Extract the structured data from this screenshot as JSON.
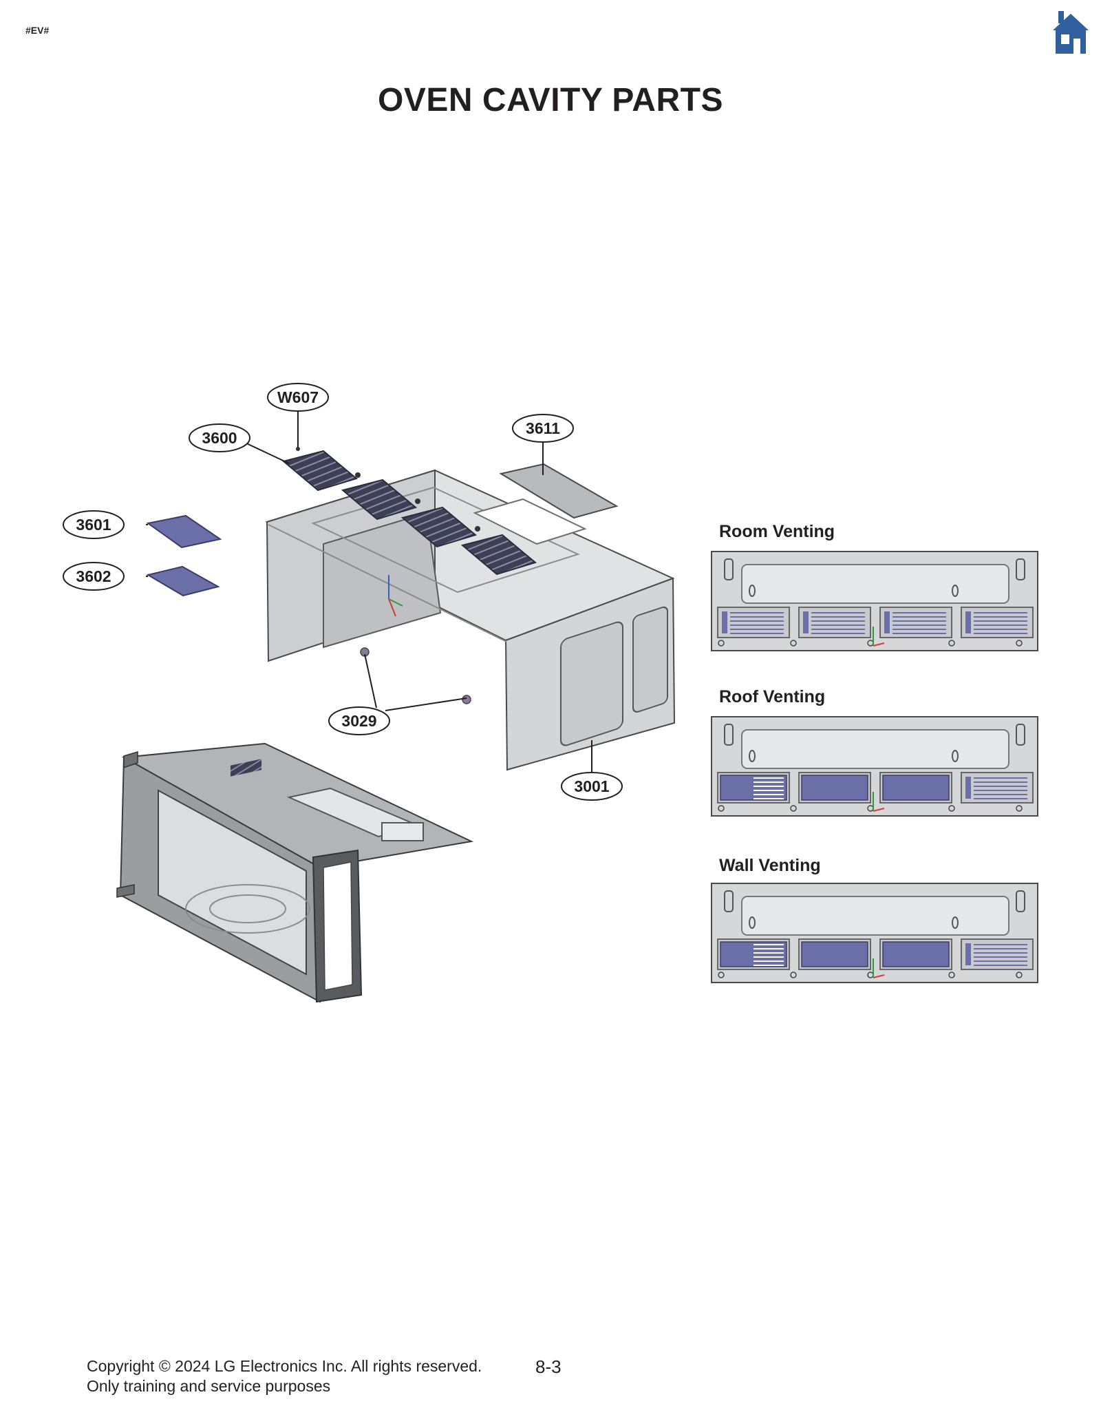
{
  "header": {
    "marker": "#EV#",
    "home_icon": "home-icon",
    "home_color": "#2f5f9e"
  },
  "page": {
    "title": "OVEN CAVITY PARTS"
  },
  "diagram": {
    "callouts": [
      {
        "id": "W607",
        "label": "W607"
      },
      {
        "id": "3600",
        "label": "3600"
      },
      {
        "id": "3611",
        "label": "3611"
      },
      {
        "id": "3601",
        "label": "3601"
      },
      {
        "id": "3602",
        "label": "3602"
      },
      {
        "id": "3029",
        "label": "3029"
      },
      {
        "id": "3001",
        "label": "3001"
      }
    ],
    "colors": {
      "part_purple": "#6b6fa8",
      "vent_dark": "#3d3f55",
      "metal": "#d6d7d9",
      "metal_dark": "#6f7072",
      "outline": "#4a4a4a"
    }
  },
  "venting": {
    "room": {
      "label": "Room Venting",
      "slots": [
        "grille",
        "grille",
        "grille",
        "grille"
      ]
    },
    "roof": {
      "label": "Roof Venting",
      "slots": [
        "partial",
        "cover",
        "cover",
        "grille"
      ]
    },
    "wall": {
      "label": "Wall Venting",
      "slots": [
        "partial",
        "cover",
        "cover",
        "grille"
      ]
    }
  },
  "footer": {
    "copyright": "Copyright © 2024 LG Electronics Inc. All rights reserved.",
    "purpose": "Only training and service purposes",
    "page_number": "8-3"
  }
}
